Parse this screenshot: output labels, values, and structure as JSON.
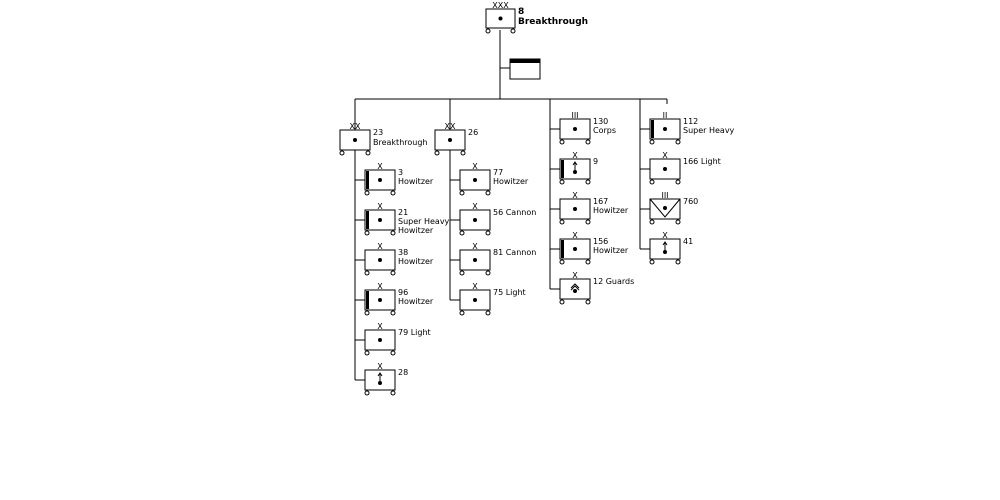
{
  "colors": {
    "line": "#000000",
    "background": "#ffffff",
    "fill": "#ffffff"
  },
  "hq": {
    "number": "8",
    "name": "Breakthrough",
    "echelon": "XXX",
    "symbol": "artillery"
  },
  "hq_support": {
    "symbol": "headquarters-flag"
  },
  "columns": [
    {
      "head": {
        "number": "23",
        "name": "Breakthrough",
        "echelon": "XX",
        "symbol": "artillery"
      },
      "units": [
        {
          "lines": [
            "3",
            "Howitzer"
          ],
          "echelon": "X",
          "symbol": "artillery-heavy"
        },
        {
          "lines": [
            "21",
            "Super Heavy",
            "Howitzer"
          ],
          "echelon": "X",
          "symbol": "artillery-heavy"
        },
        {
          "lines": [
            "38",
            "Howitzer"
          ],
          "echelon": "X",
          "symbol": "artillery"
        },
        {
          "lines": [
            "96",
            "Howitzer"
          ],
          "echelon": "X",
          "symbol": "artillery-heavy"
        },
        {
          "lines": [
            "79 Light"
          ],
          "echelon": "X",
          "symbol": "artillery"
        },
        {
          "lines": [
            "28"
          ],
          "echelon": "X",
          "symbol": "rocket"
        }
      ]
    },
    {
      "head": {
        "number": "26",
        "name": "",
        "echelon": "XX",
        "symbol": "artillery"
      },
      "units": [
        {
          "lines": [
            "77",
            "Howitzer"
          ],
          "echelon": "X",
          "symbol": "artillery"
        },
        {
          "lines": [
            "56 Cannon"
          ],
          "echelon": "X",
          "symbol": "artillery"
        },
        {
          "lines": [
            "81 Cannon"
          ],
          "echelon": "X",
          "symbol": "artillery"
        },
        {
          "lines": [
            "75 Light"
          ],
          "echelon": "X",
          "symbol": "artillery"
        }
      ]
    },
    {
      "head": null,
      "units": [
        {
          "lines": [
            "130",
            "Corps"
          ],
          "echelon": "III",
          "symbol": "artillery"
        },
        {
          "lines": [
            "9"
          ],
          "echelon": "X",
          "symbol": "rocket-heavy"
        },
        {
          "lines": [
            "167",
            "Howitzer"
          ],
          "echelon": "X",
          "symbol": "artillery"
        },
        {
          "lines": [
            "156",
            "Howitzer"
          ],
          "echelon": "X",
          "symbol": "artillery-heavy"
        },
        {
          "lines": [
            "12 Guards"
          ],
          "echelon": "X",
          "symbol": "guards"
        }
      ]
    },
    {
      "head": null,
      "units": [
        {
          "lines": [
            "112",
            "Super Heavy"
          ],
          "echelon": "II",
          "symbol": "artillery-heavy"
        },
        {
          "lines": [
            "166 Light"
          ],
          "echelon": "X",
          "symbol": "artillery"
        },
        {
          "lines": [
            "760"
          ],
          "echelon": "III",
          "symbol": "anti-aircraft"
        },
        {
          "lines": [
            "41"
          ],
          "echelon": "X",
          "symbol": "rocket"
        }
      ]
    }
  ]
}
